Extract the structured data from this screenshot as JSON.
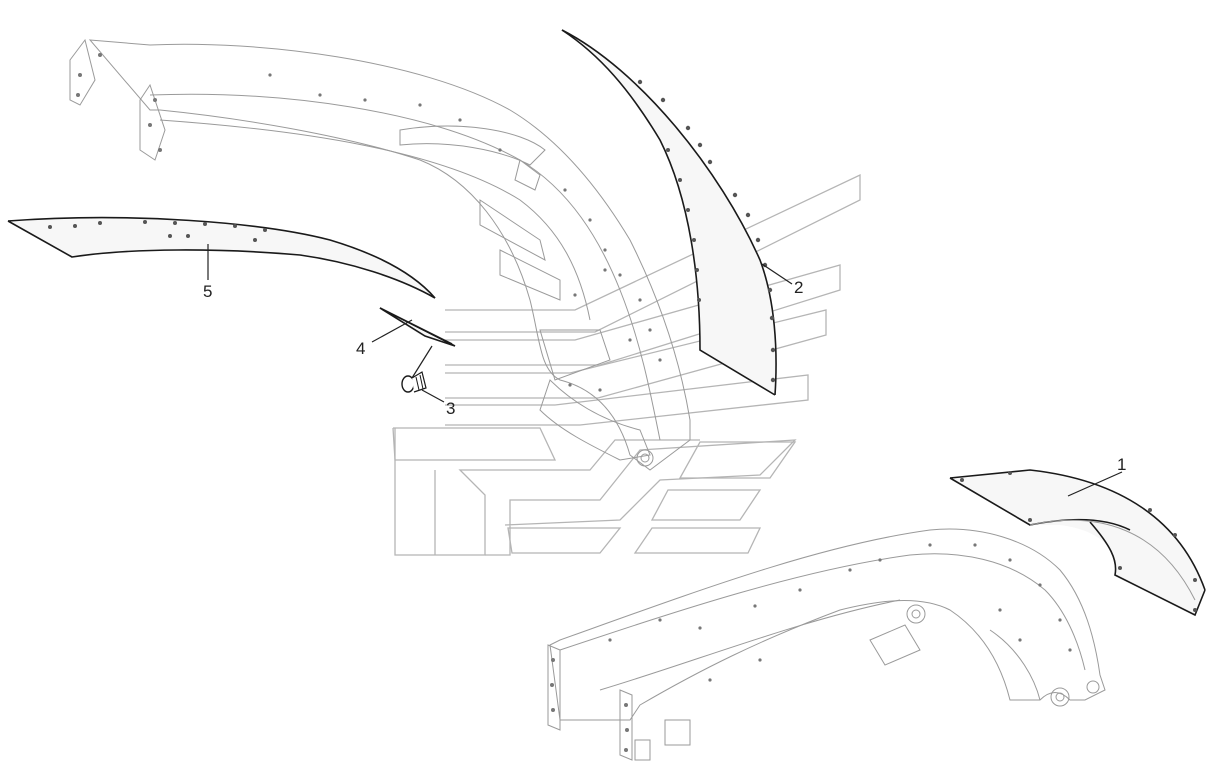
{
  "diagram": {
    "type": "exploded-parts-view",
    "callouts": [
      {
        "id": "1",
        "label": "1"
      },
      {
        "id": "2",
        "label": "2"
      },
      {
        "id": "3",
        "label": "3"
      },
      {
        "id": "4",
        "label": "4"
      },
      {
        "id": "5",
        "label": "5"
      }
    ],
    "colors": {
      "line": "#1a1a1a",
      "faint_line": "#9a9a9a",
      "watermark": "#b5b5b5",
      "background": "#ffffff"
    }
  }
}
